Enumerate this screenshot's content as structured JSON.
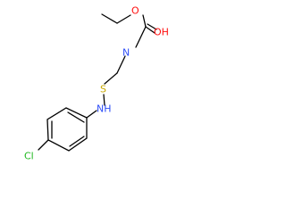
{
  "molecule": {
    "atoms": {
      "o_ester": "O",
      "oh": "OH",
      "n_carbamate": "N",
      "s": "S",
      "nh": "NH",
      "cl": "Cl"
    },
    "colors": {
      "bond": "#000000",
      "oxygen": "#ff0d0d",
      "nitrogen": "#3050f8",
      "sulfur": "#c8a800",
      "chlorine": "#1fb81f"
    }
  }
}
